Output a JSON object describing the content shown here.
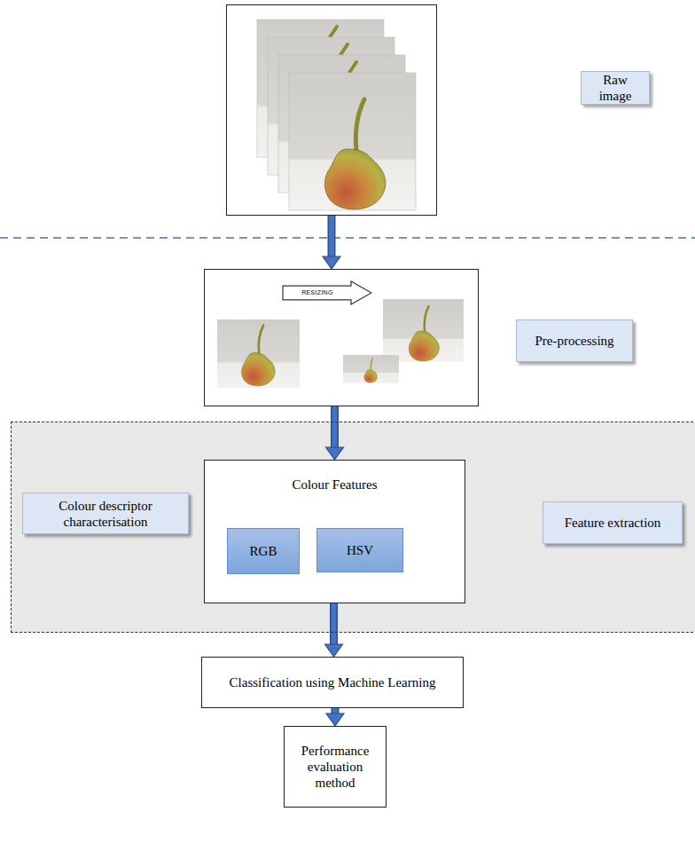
{
  "diagram": {
    "nodes": [
      {
        "text": []
      },
      {
        "text": [
          "Raw image"
        ]
      },
      {
        "text": []
      },
      {
        "text": [
          "RESIZING"
        ],
        "in": 2
      },
      {
        "text": [
          "Pre-processing"
        ]
      },
      {
        "text": []
      },
      {
        "text": [
          "Colour descriptor characterisation"
        ],
        "in": 5
      },
      {
        "text": [
          "Colour Features"
        ],
        "in": 5
      },
      {
        "text": [
          "RGB"
        ],
        "in": 7
      },
      {
        "text": [
          "HSV"
        ],
        "in": 7
      },
      {
        "text": [
          "Feature extraction"
        ],
        "in": 5
      },
      {
        "text": [
          "Classification using Machine Learning"
        ]
      },
      {
        "text": [
          "Performance evaluation method"
        ]
      }
    ],
    "edges": [
      {
        "from": 0,
        "to": 2,
        "arrow": "to"
      },
      {
        "from": 2,
        "to": 7,
        "arrow": "to"
      },
      {
        "from": 7,
        "to": 11,
        "arrow": "to"
      },
      {
        "from": 11,
        "to": 12,
        "arrow": "to"
      }
    ]
  }
}
